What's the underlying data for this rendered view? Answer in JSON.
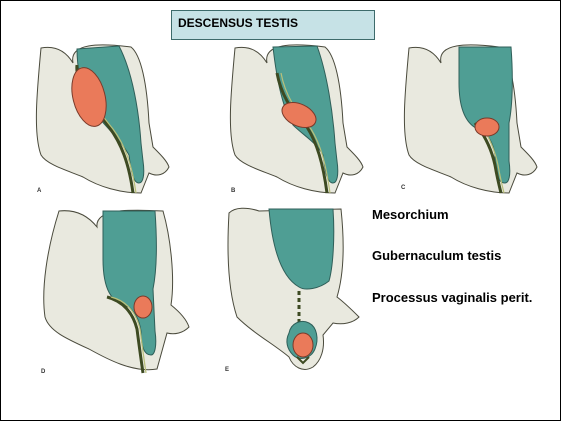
{
  "title": "DESCENSUS TESTIS",
  "panels": [
    {
      "label": "A"
    },
    {
      "label": "B"
    },
    {
      "label": "C"
    },
    {
      "label": "D"
    },
    {
      "label": "E"
    }
  ],
  "legend": [
    "Mesorchium",
    "Gubernaculum  testis",
    "Processus vaginalis perit."
  ],
  "colors": {
    "body_fill": "#e9e9df",
    "cavity_fill": "#4f9e94",
    "testis_fill": "#ea7a5a",
    "outline": "#4a4a3c",
    "title_fill": "#c6e2e6"
  }
}
